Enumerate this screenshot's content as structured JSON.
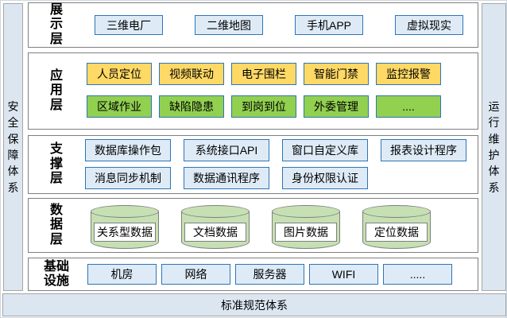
{
  "colors": {
    "panel_bg": "#dce6f1",
    "layer_border": "#7f7f7f",
    "box_blue_fill": "#deebf7",
    "box_blue_border": "#2e75b6",
    "yellow_fill": "#ffd966",
    "green_fill": "#92d050",
    "cylinder_fill": "#c6e0b4"
  },
  "left_bar": {
    "label": "安全保障体系"
  },
  "right_bar": {
    "label": "运行维护体系"
  },
  "bottom_bar": {
    "label": "标准规范体系"
  },
  "layers": [
    {
      "id": "presentation",
      "label": "展示层",
      "rows": [
        {
          "style": "blue",
          "items": [
            "三维电厂",
            "二维地图",
            "手机APP",
            "虚拟现实"
          ]
        }
      ]
    },
    {
      "id": "application",
      "label": "应用层",
      "rows": [
        {
          "style": "yellow",
          "items": [
            "人员定位",
            "视频联动",
            "电子围栏",
            "智能门禁",
            "监控报警"
          ]
        },
        {
          "style": "green",
          "items": [
            "区域作业",
            "缺陷隐患",
            "到岗到位",
            "外委管理",
            "...."
          ]
        }
      ]
    },
    {
      "id": "support",
      "label": "支撑层",
      "rows": [
        {
          "style": "blue",
          "items": [
            "数据库操作包",
            "系统接口API",
            "窗口自定义库",
            "报表设计程序"
          ]
        },
        {
          "style": "blue",
          "items": [
            "消息同步机制",
            "数据通讯程序",
            "身份权限认证"
          ]
        }
      ]
    },
    {
      "id": "data",
      "label": "数据层",
      "rows": [
        {
          "style": "cylinder",
          "items": [
            "关系型数据",
            "文档数据",
            "图片数据",
            "定位数据"
          ]
        }
      ]
    },
    {
      "id": "infrastructure",
      "label": "基础设施",
      "rows": [
        {
          "style": "blue",
          "items": [
            "机房",
            "网络",
            "服务器",
            "WIFI",
            "....."
          ]
        }
      ]
    }
  ]
}
